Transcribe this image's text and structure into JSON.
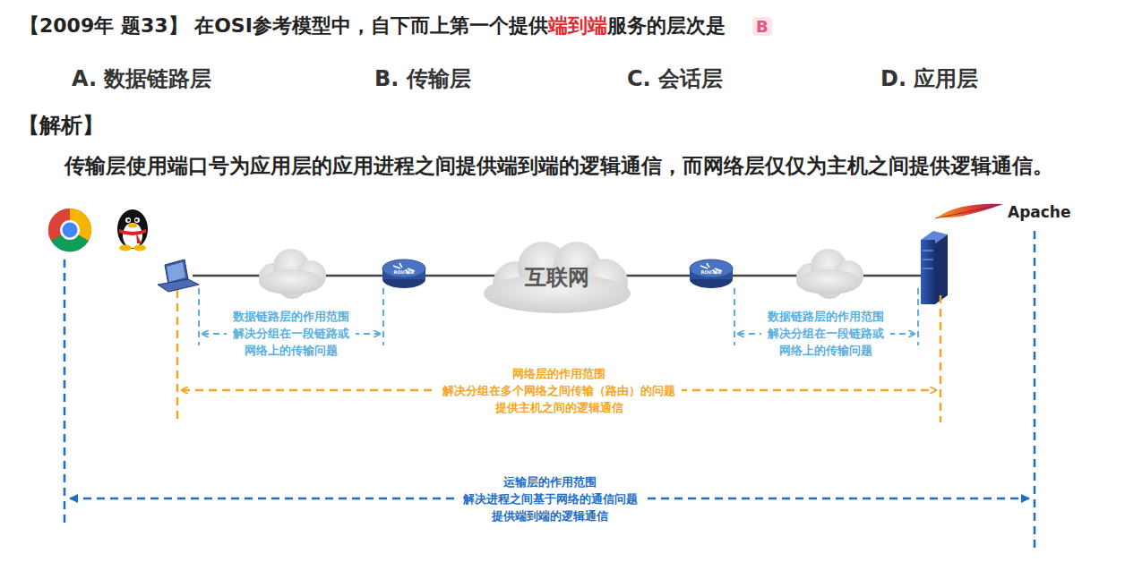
{
  "diagram": {
    "nodes": [
      {
        "text": [
          "互联网"
        ]
      }
    ],
    "labels": [
      "【2009年 题33】 在OSI参考模型中，自下而上第一个提供",
      "端到端",
      "服务的层次是",
      "B",
      "A. 数据链路层",
      "B. 传输层",
      "C. 会话层",
      "D. 应用层",
      "【解析】",
      "传输层使用端口号为应用层的应用进程之间提供端到端的逻辑通信，而网络层仅仅为主机之间提供逻辑通信。",
      "ROUTER",
      "ROUTER",
      "Apache",
      "数据链路层的作用范围 解决分组在一段链路或 网络上的传输问题",
      "数据链路层的作用范围 解决分组在一段链路或 网络上的传输问题",
      "网络层的作用范围 解决分组在多个网络之间传输（路由）的问题 提供主机之间的逻辑通信",
      "运输层的作用范围 解决进程之间基于网络的通信问题 提供端到端的逻辑通信"
    ]
  }
}
